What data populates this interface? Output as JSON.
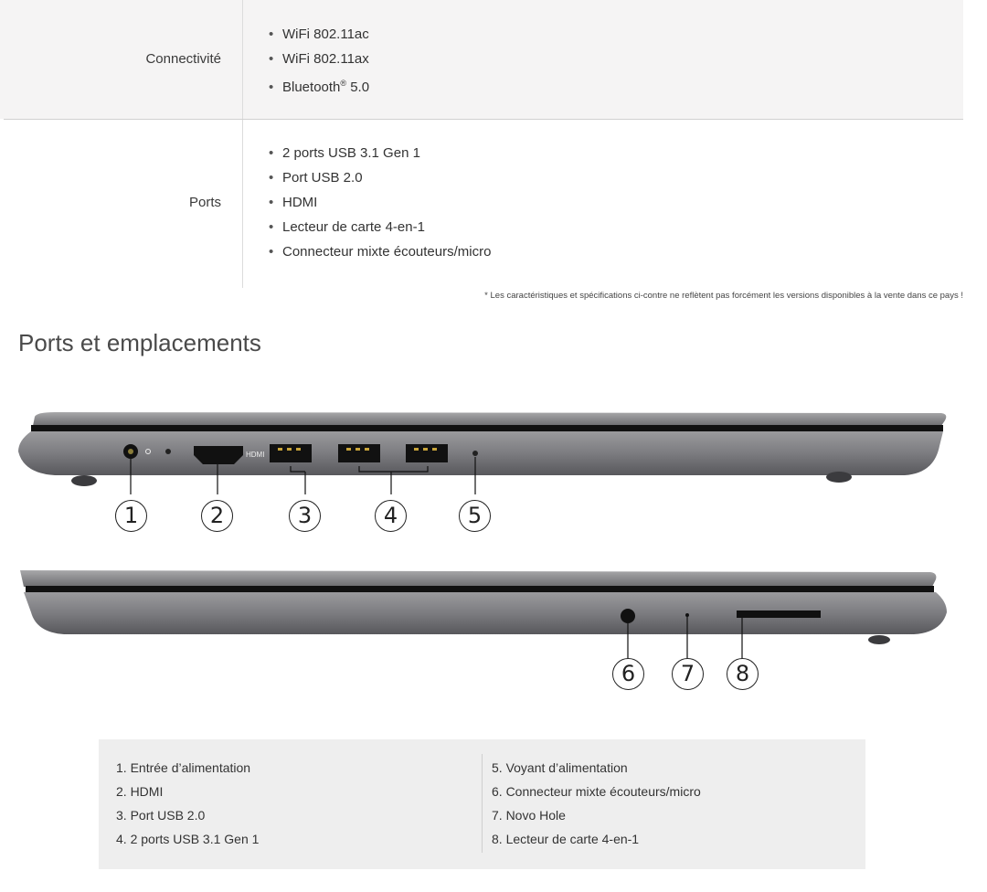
{
  "specs": {
    "connectivity": {
      "label": "Connectivité",
      "items": [
        "WiFi 802.11ac",
        "WiFi 802.11ax",
        "Bluetooth",
        "5.0"
      ],
      "bluetooth_mark": "®"
    },
    "ports": {
      "label": "Ports",
      "items": [
        "2 ports USB 3.1 Gen 1",
        "Port USB 2.0",
        "HDMI",
        "Lecteur de carte 4-en-1",
        "Connecteur mixte écouteurs/micro"
      ]
    }
  },
  "disclaimer": "* Les caractéristiques et spécifications ci-contre ne reflètent pas forcément les versions disponibles à la vente dans ce pays !",
  "section_title": "Ports et emplacements",
  "laptop_left": {
    "port_label": "HDMI",
    "callouts": [
      "1",
      "2",
      "3",
      "4",
      "5"
    ]
  },
  "laptop_right": {
    "callouts": [
      "6",
      "7",
      "8"
    ]
  },
  "legend": {
    "left": [
      "1. Entrée d’alimentation",
      "2. HDMI",
      "3. Port USB 2.0",
      "4. 2 ports USB 3.1 Gen 1"
    ],
    "right": [
      "5. Voyant d’alimentation",
      "6. Connecteur mixte écouteurs/micro",
      "7. Novo Hole",
      "8. Lecteur de carte 4-en-1"
    ]
  },
  "colors": {
    "row_shade": "#f5f4f4",
    "legend_bg": "#eeeeee",
    "laptop_body": "#7d7d80"
  }
}
